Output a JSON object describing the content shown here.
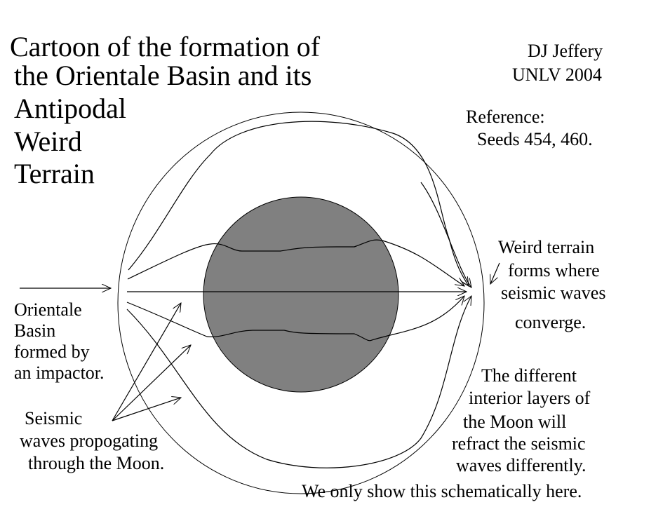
{
  "title": {
    "lines": [
      "Cartoon of the formation of",
      "the Orientale Basin and its",
      "Antipodal",
      "Weird",
      "Terrain"
    ]
  },
  "credit": {
    "author": "DJ Jeffery",
    "affiliation": "UNLV 2004"
  },
  "reference": {
    "label": "Reference:",
    "value": "Seeds 454, 460."
  },
  "labels": {
    "weird_terrain": [
      "Weird terrain",
      "forms where",
      "seismic waves",
      "converge."
    ],
    "orientale": [
      "Orientale",
      "Basin",
      "formed by",
      "an impactor."
    ],
    "seismic": [
      "Seismic",
      "waves propogating",
      "through the Moon."
    ],
    "layers": [
      "The different",
      "interior layers of",
      "the Moon will",
      "refract the seismic",
      "waves differently."
    ],
    "footer": "We only show this schematically here."
  },
  "colors": {
    "core": "#808080",
    "line": "#000000"
  }
}
